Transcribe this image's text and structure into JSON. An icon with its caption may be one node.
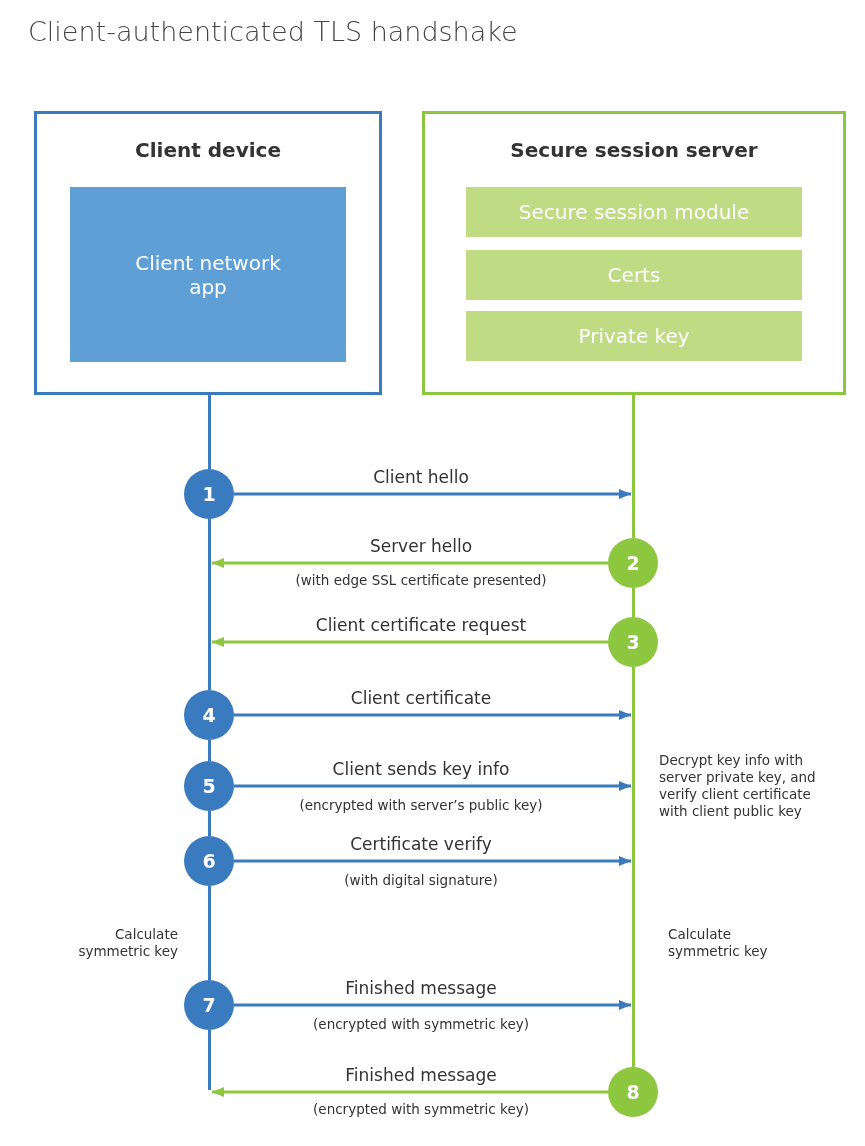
{
  "diagram": {
    "title": "Client-authenticated TLS handshake",
    "nodes": [
      {
        "text": [
          "Client device"
        ]
      },
      {
        "text": [
          "Client network app"
        ],
        "in": 0
      },
      {
        "text": [
          "Secure session server"
        ]
      },
      {
        "text": [
          "Secure session module"
        ],
        "in": 2
      },
      {
        "text": [
          "Certs"
        ],
        "in": 2
      },
      {
        "text": [
          "Private key"
        ],
        "in": 2
      },
      {
        "text": [],
        "shape": "bar"
      },
      {
        "text": [],
        "shape": "bar"
      },
      {
        "text": [],
        "shape": "bar"
      },
      {
        "text": [],
        "shape": "bar"
      },
      {
        "text": [],
        "shape": "bar"
      },
      {
        "text": [],
        "shape": "bar"
      },
      {
        "text": [],
        "shape": "bar"
      },
      {
        "text": [],
        "shape": "bar"
      },
      {
        "text": [],
        "shape": "bar"
      },
      {
        "text": [
          "1"
        ]
      },
      {
        "text": [
          "2"
        ]
      },
      {
        "text": [
          "3"
        ]
      },
      {
        "text": [
          "4"
        ]
      },
      {
        "text": [
          "5"
        ]
      },
      {
        "text": [
          "6"
        ]
      },
      {
        "text": [
          "7"
        ]
      },
      {
        "text": [
          "8"
        ]
      }
    ],
    "edges": [
      {
        "from": 15,
        "to": 12,
        "arrow": "to",
        "label": "Client hello"
      },
      {
        "from": 16,
        "to": 7,
        "arrow": "to",
        "label": "Server hello",
        "color": "#8dc63f"
      },
      {
        "from": 17,
        "to": 7,
        "arrow": "to",
        "label": "Client certificate request",
        "color": "#8dc63f"
      },
      {
        "from": 18,
        "to": 14,
        "arrow": "to",
        "label": "Client certificate"
      },
      {
        "from": 19,
        "to": 14,
        "arrow": "to",
        "label": "Client sends key info"
      },
      {
        "from": 20,
        "to": 14,
        "arrow": "to",
        "label": "Certificate verify"
      },
      {
        "from": 21,
        "to": 14,
        "arrow": "to",
        "label": "Finished message"
      },
      {
        "from": 22,
        "to": 11,
        "arrow": "to",
        "label": "Finished message",
        "color": "#8dc63f"
      }
    ],
    "labels": [
      "(with edge SSL certificate presented)",
      "(encrypted with server’s public key)",
      "Decrypt key info with server private key, and verify client certificate with client public key",
      "(with digital signature)",
      "Calculate symmetric key",
      "Calculate symmetric key",
      "(encrypted with symmetric key)",
      "(encrypted with symmetric key)"
    ]
  }
}
